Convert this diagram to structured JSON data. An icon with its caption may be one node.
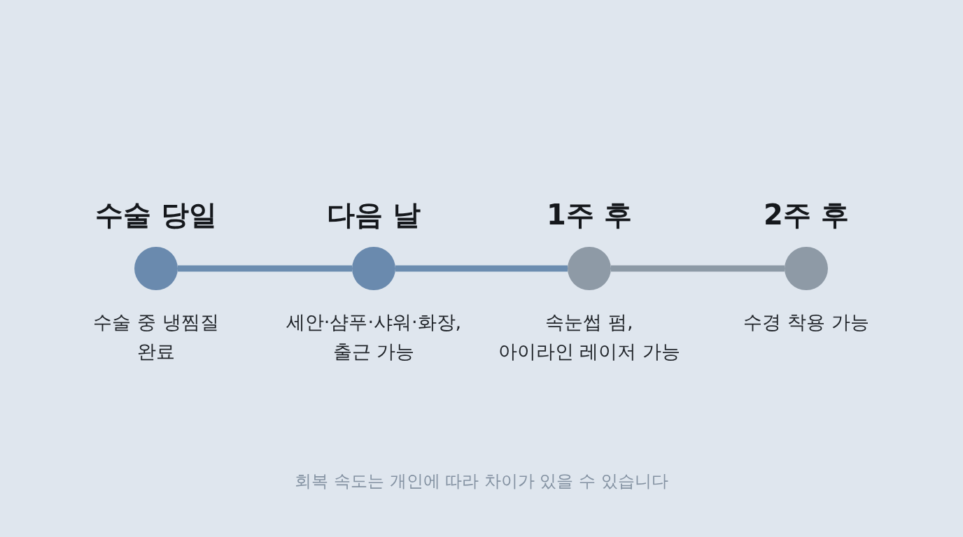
{
  "diagram": {
    "caption": "회복 속도는 개인에 따라 차이가 있을 수 있습니다",
    "nodes": [
      {
        "text": [
          "수술 당일",
          "수술 중 냉찜질 완료"
        ]
      },
      {
        "text": [
          "다음 날",
          "세안·샴푸·샤워·화장, 출근 가능"
        ]
      },
      {
        "text": [
          "1주 후",
          "속눈썹 펌, 아이라인 레이저 가능"
        ]
      },
      {
        "text": [
          "2주 후",
          "수경 착용 가능"
        ]
      }
    ],
    "edges": [
      {
        "from": 0,
        "to": 1,
        "arrow": "none"
      },
      {
        "from": 1,
        "to": 2,
        "arrow": "none"
      },
      {
        "from": 2,
        "to": 3,
        "arrow": "none",
        "color": "#8d9aa6"
      }
    ]
  }
}
